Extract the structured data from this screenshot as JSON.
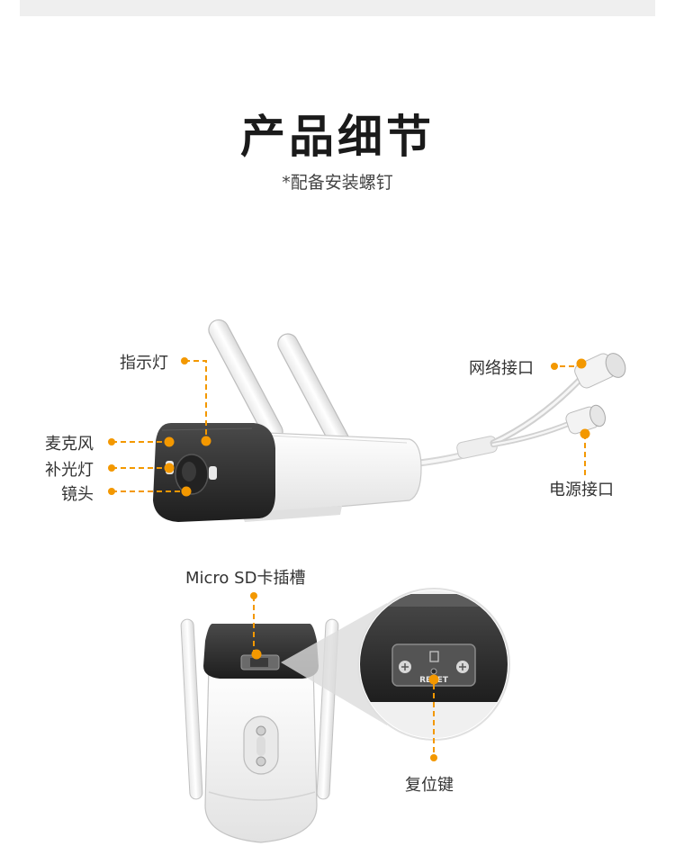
{
  "header": {
    "title": "产品细节",
    "subtitle": "*配备安装螺钉"
  },
  "callouts": {
    "indicator_light": "指示灯",
    "microphone": "麦克风",
    "fill_light": "补光灯",
    "lens": "镜头",
    "network_port": "网络接口",
    "power_port": "电源接口",
    "sd_slot": "Micro SD卡插槽",
    "reset_button": "复位键"
  },
  "device_text": {
    "reset_print": "RESET"
  },
  "colors": {
    "accent": "#f39800",
    "camera_dark": "#2b2b2b",
    "camera_body": "#f4f4f4"
  }
}
